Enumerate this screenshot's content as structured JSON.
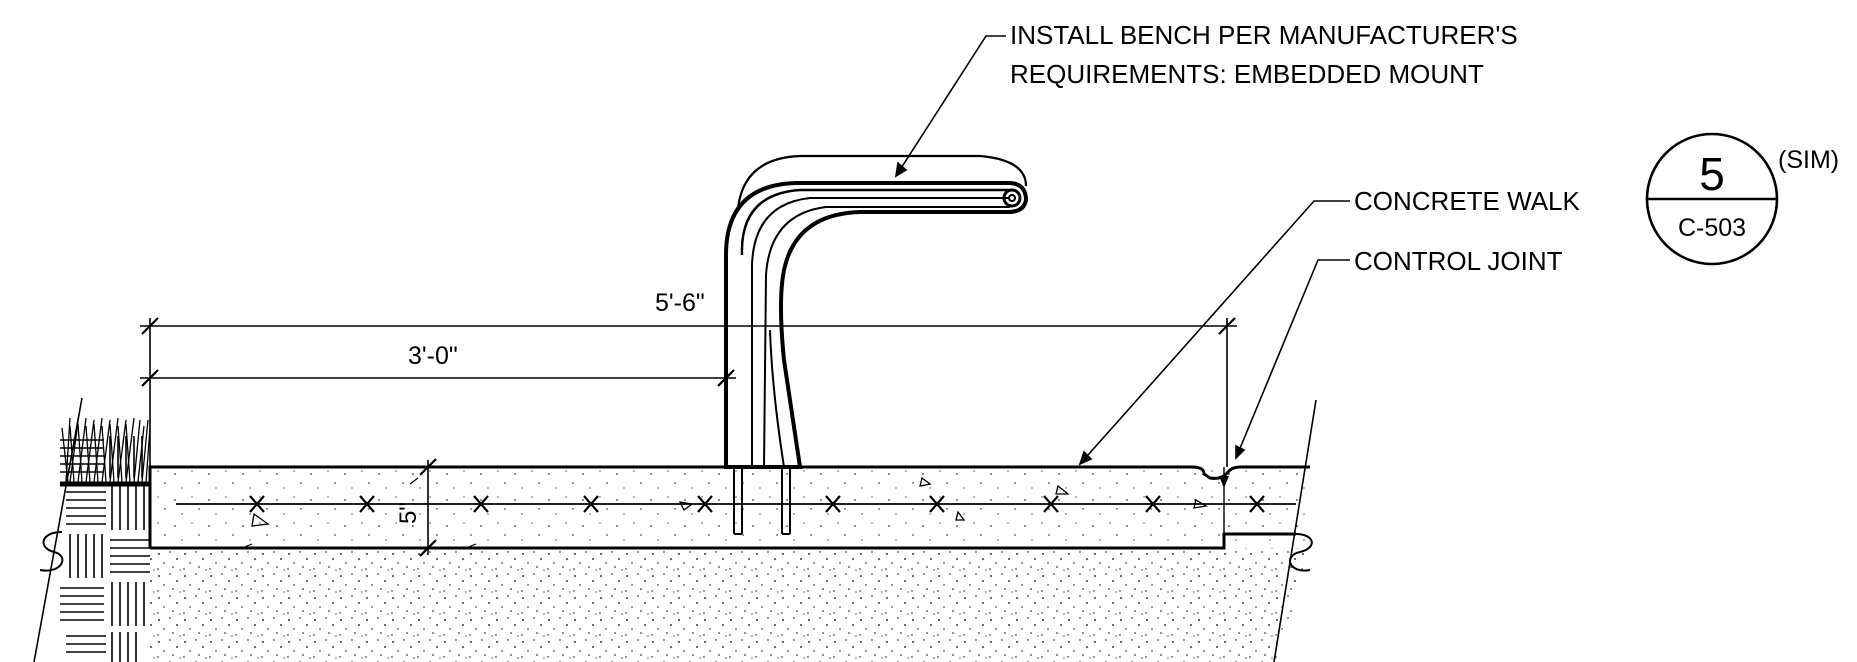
{
  "callouts": {
    "bench_line1": "INSTALL BENCH PER MANUFACTURER'S",
    "bench_line2": "REQUIREMENTS: EMBEDDED MOUNT",
    "concrete_walk": "CONCRETE WALK",
    "control_joint": "CONTROL JOINT"
  },
  "dimensions": {
    "overall": "5'-6\"",
    "bench_offset": "3'-0\"",
    "slab_thickness": "5\""
  },
  "detail_reference": {
    "number": "5",
    "sheet": "C-503",
    "note": "(SIM)"
  },
  "colors": {
    "line": "#000000",
    "background": "#ffffff"
  }
}
